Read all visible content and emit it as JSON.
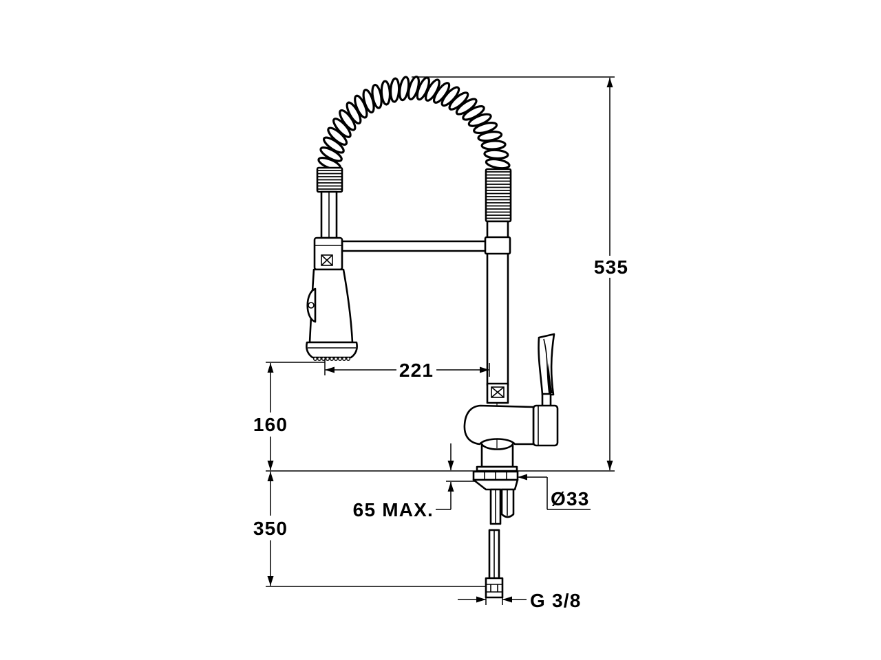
{
  "drawing": {
    "dimensions": {
      "overall_height": "535",
      "spout_reach": "221",
      "spray_head_height": "160",
      "hose_length": "350",
      "counter_thickness": "65 MAX.",
      "mounting_hole": "Ø33",
      "connection_thread": "G 3/8"
    }
  }
}
